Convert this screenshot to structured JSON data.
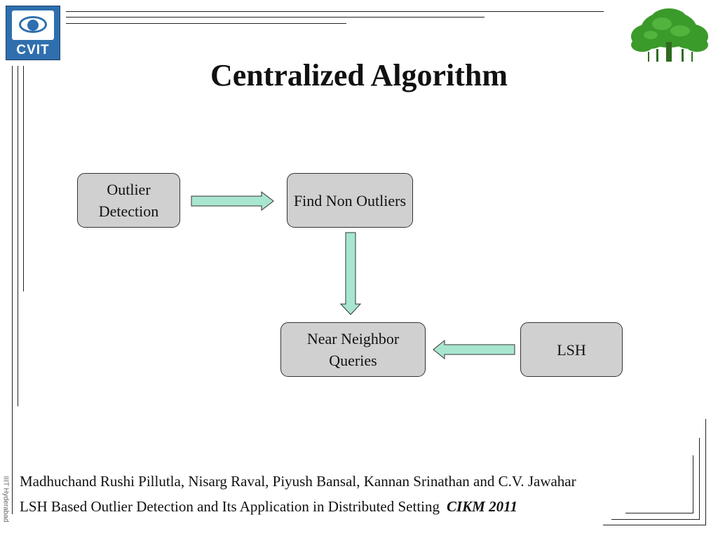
{
  "logo": {
    "text": "CVIT"
  },
  "title": "Centralized Algorithm",
  "nodes": {
    "outlier_detection": "Outlier Detection",
    "find_non_outliers": "Find Non Outliers",
    "near_neighbor_queries": "Near Neighbor Queries",
    "lsh": "LSH"
  },
  "colors": {
    "node_fill": "#d0d0d0",
    "arrow_fill": "#a8e6cf",
    "logo_blue": "#2f6fae",
    "tree_green": "#3a9a2a"
  },
  "footer": {
    "authors": "Madhuchand Rushi Pillutla, Nisarg Raval, Piyush Bansal, Kannan Srinathan and C.V. Jawahar",
    "paper": "LSH Based Outlier Detection and Its Application in Distributed Setting",
    "venue": "CIKM 2011"
  },
  "side_label": "IIIT Hyderabad"
}
